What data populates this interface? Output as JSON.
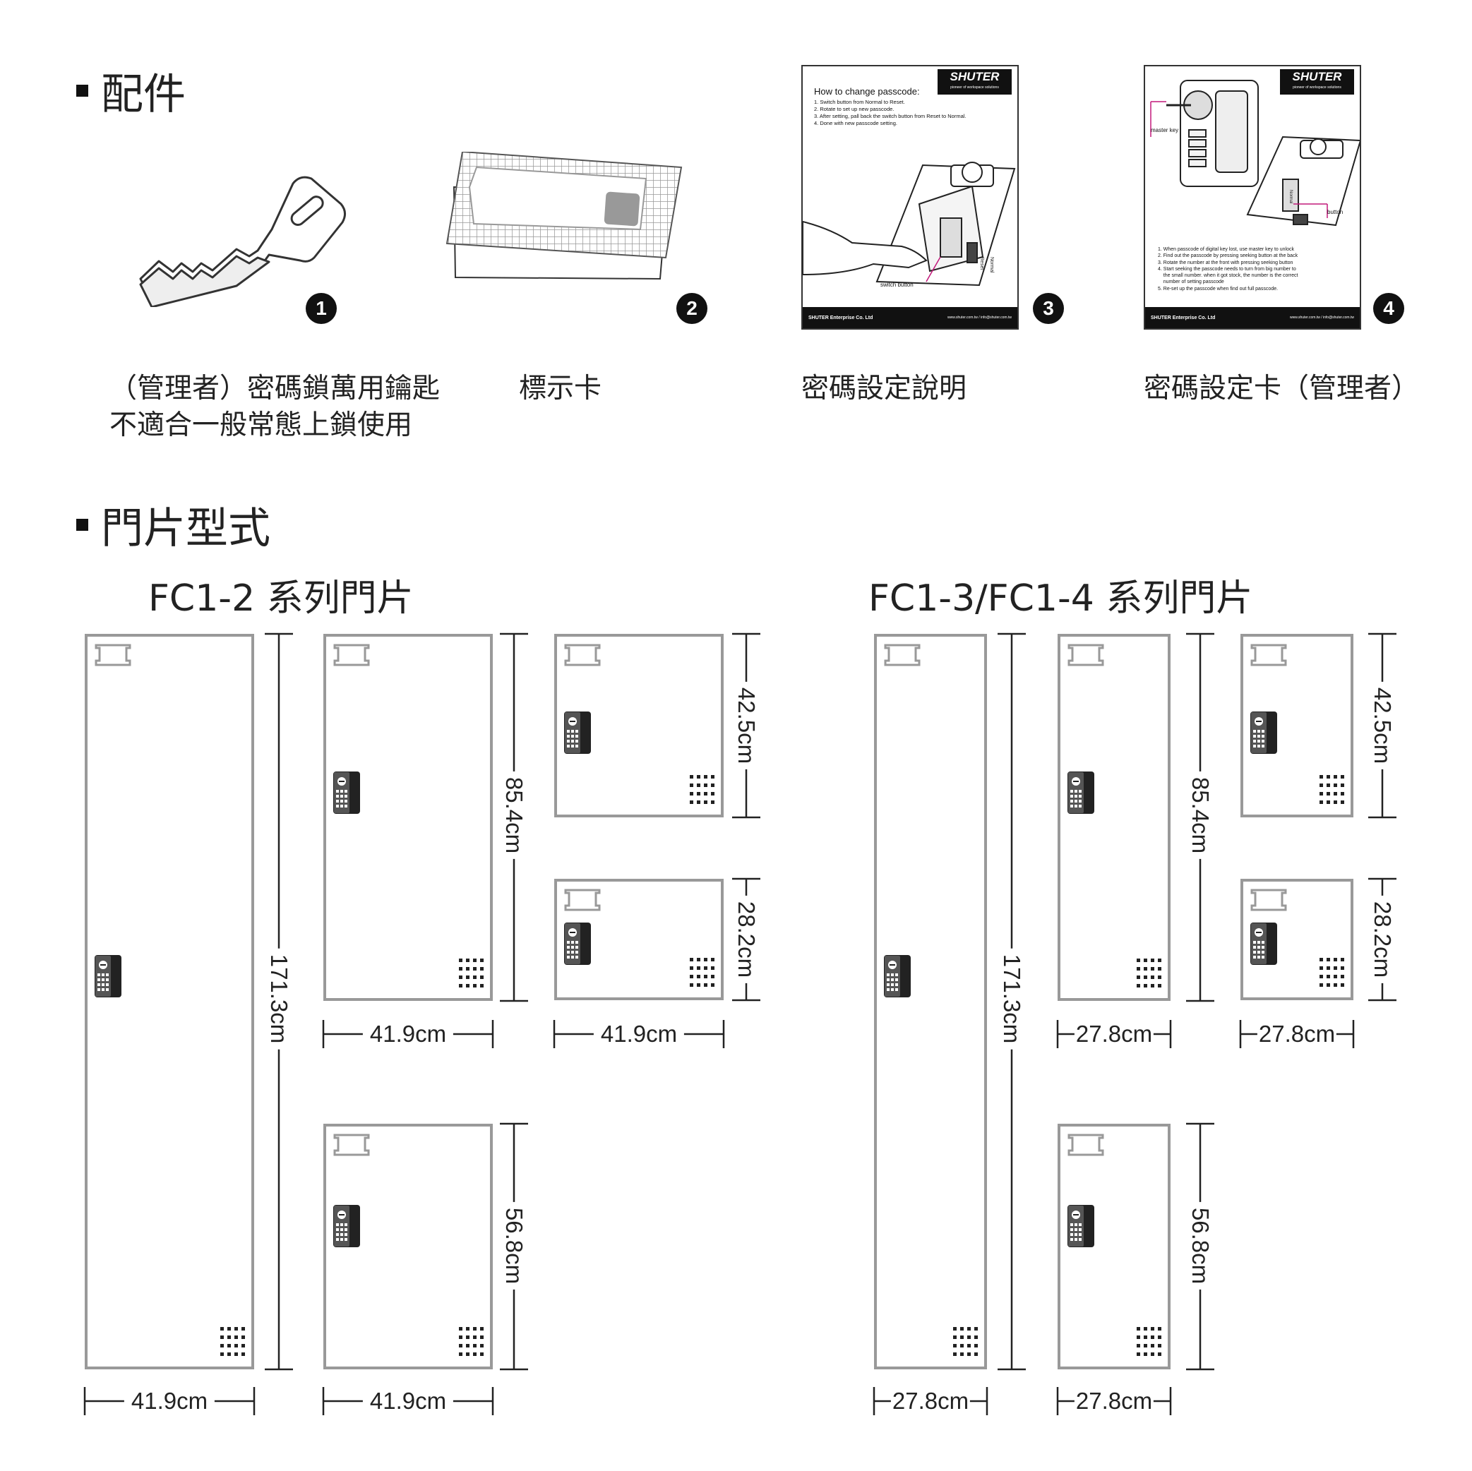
{
  "accessories": {
    "title": "配件",
    "items": [
      {
        "num": "1",
        "caption_lines": [
          "（管理者）密碼鎖萬用鑰匙",
          "不適合一般常態上鎖使用"
        ]
      },
      {
        "num": "2",
        "caption_lines": [
          "標示卡"
        ]
      },
      {
        "num": "3",
        "caption_lines": [
          "密碼設定說明"
        ]
      },
      {
        "num": "4",
        "caption_lines": [
          "密碼設定卡（管理者）"
        ]
      }
    ],
    "card3": {
      "brand": "SHUTER",
      "tagline": "pioneer of workspace solutions",
      "heading": "How to change passcode:",
      "steps": [
        "1. Switch button from Normal to Reset.",
        "2. Rotate to set up new passcode.",
        "3. After setting, pall back the switch button from Reset to Normal.",
        "4. Done with new passcode setting."
      ],
      "callout": "switch button",
      "label_reset": "Reset",
      "label_normal": "Normal",
      "footer_company": "SHUTER Enterprise Co. Ltd",
      "footer_contact": "www.shuter.com.tw  /  info@shuter.com.tw"
    },
    "card4": {
      "brand": "SHUTER",
      "tagline": "pioneer of workspace solutions",
      "callout_key": "master key",
      "callout_button": "button",
      "label_normal": "Normal",
      "steps": [
        "1. When passcode of digital key lost, use master key to unlock",
        "2. Find out the passcode by pressing seeking button at the back",
        "3. Rotate the number at the front with pressing seeking button",
        "4. Start seeking the passcode needs to turn from big number to",
        "    the small number. when it got stock, the number is the correct",
        "    number of setting passcode",
        "5. Re-set up the passcode when find out full passcode."
      ],
      "footer_company": "SHUTER Enterprise Co. Ltd",
      "footer_contact": "www.shuter.com.tw  /  info@shuter.com.tw"
    }
  },
  "doors": {
    "title": "門片型式",
    "series_left": "FC1-2 系列門片",
    "series_right": "FC1-3/FC1-4 系列門片",
    "dims": {
      "h_171": "171.3cm",
      "h_854": "85.4cm",
      "h_425": "42.5cm",
      "h_282": "28.2cm",
      "h_568": "56.8cm",
      "w_419": "41.9cm",
      "w_278": "27.8cm"
    }
  }
}
